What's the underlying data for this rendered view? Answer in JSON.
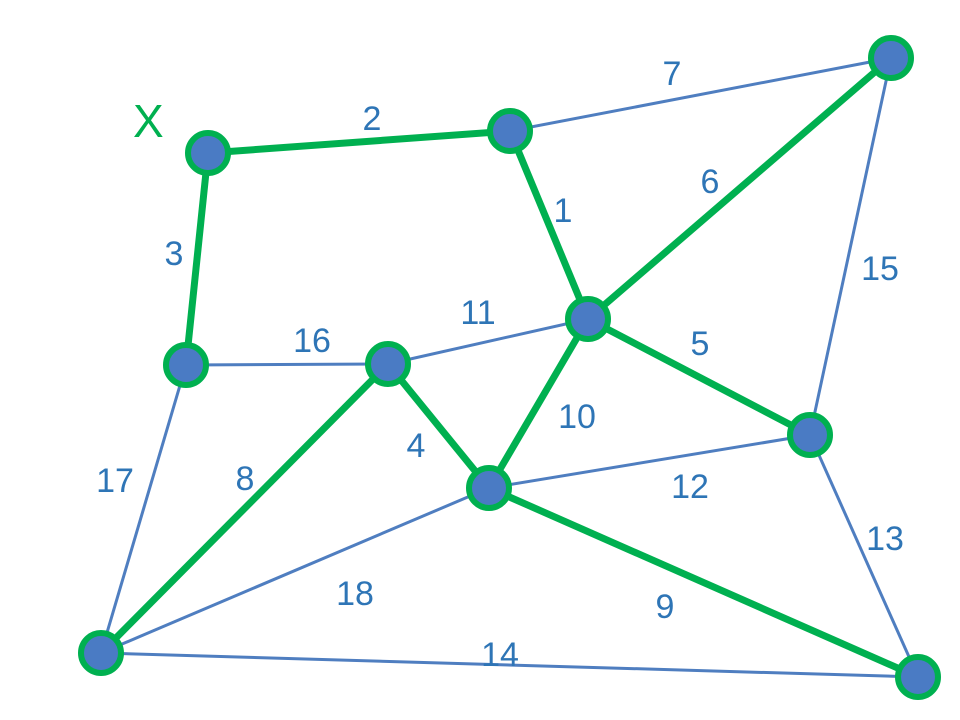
{
  "start_label": "X",
  "colors": {
    "highlight": "#00b050",
    "edge": "#4f7ec0",
    "node_fill": "#4a7bc4",
    "label": "#2e75b6"
  },
  "edges": [
    {
      "label": "2",
      "from": "A",
      "to": "B",
      "highlighted": true
    },
    {
      "label": "7",
      "from": "B",
      "to": "C",
      "highlighted": false
    },
    {
      "label": "1",
      "from": "B",
      "to": "D",
      "highlighted": true
    },
    {
      "label": "6",
      "from": "D",
      "to": "C",
      "highlighted": true
    },
    {
      "label": "3",
      "from": "A",
      "to": "E",
      "highlighted": true
    },
    {
      "label": "16",
      "from": "E",
      "to": "F",
      "highlighted": false
    },
    {
      "label": "11",
      "from": "F",
      "to": "D",
      "highlighted": false
    },
    {
      "label": "5",
      "from": "D",
      "to": "G",
      "highlighted": true
    },
    {
      "label": "15",
      "from": "C",
      "to": "G",
      "highlighted": false
    },
    {
      "label": "4",
      "from": "F",
      "to": "H",
      "highlighted": true
    },
    {
      "label": "10",
      "from": "H",
      "to": "D",
      "highlighted": true
    },
    {
      "label": "12",
      "from": "H",
      "to": "G",
      "highlighted": false
    },
    {
      "label": "8",
      "from": "I",
      "to": "F",
      "highlighted": true
    },
    {
      "label": "17",
      "from": "E",
      "to": "I",
      "highlighted": false
    },
    {
      "label": "18",
      "from": "I",
      "to": "H",
      "highlighted": false
    },
    {
      "label": "9",
      "from": "H",
      "to": "J",
      "highlighted": true
    },
    {
      "label": "13",
      "from": "G",
      "to": "J",
      "highlighted": false
    },
    {
      "label": "14",
      "from": "I",
      "to": "J",
      "highlighted": false
    }
  ]
}
